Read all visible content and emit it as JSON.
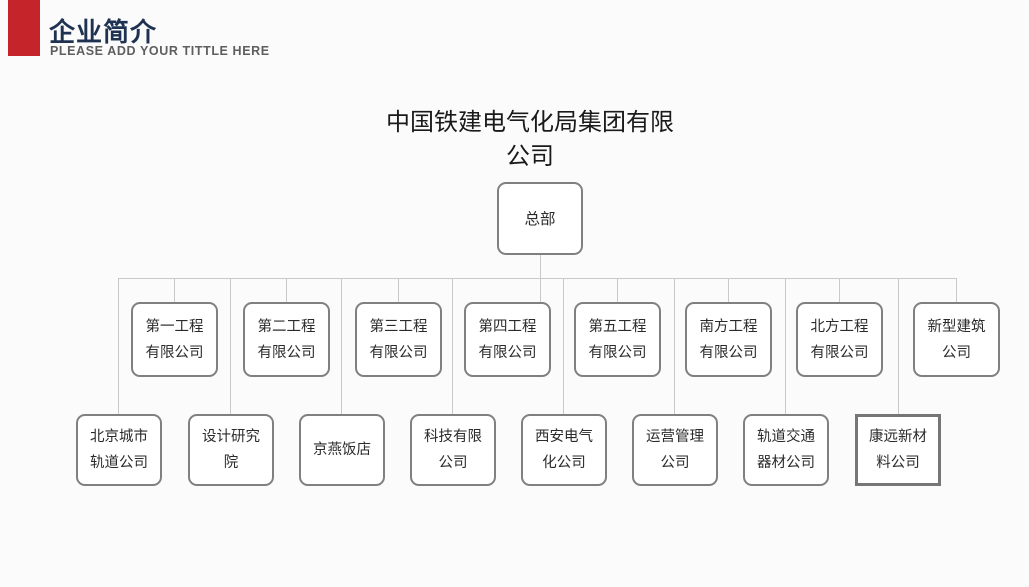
{
  "header": {
    "title": "企业简介",
    "subtitle": "PLEASE ADD YOUR TITTLE HERE",
    "accent_color": "#c4242a",
    "title_color": "#1f3252"
  },
  "chart_data": {
    "type": "diagram",
    "diagram_kind": "org-chart",
    "title": "中国铁建电气化局集团有限公司",
    "root": {
      "label": "总部"
    },
    "level1": [
      {
        "label": "第一工程有限公司"
      },
      {
        "label": "第二工程有限公司"
      },
      {
        "label": "第三工程有限公司"
      },
      {
        "label": "第四工程有限公司"
      },
      {
        "label": "第五工程有限公司"
      },
      {
        "label": "南方工程有限公司"
      },
      {
        "label": "北方工程有限公司"
      },
      {
        "label": "新型建筑公司"
      }
    ],
    "level2": [
      {
        "label": "北京城市轨道公司"
      },
      {
        "label": "设计研究院"
      },
      {
        "label": "京燕饭店"
      },
      {
        "label": "科技有限公司"
      },
      {
        "label": "西安电气化公司"
      },
      {
        "label": "运营管理公司"
      },
      {
        "label": "轨道交通器材公司"
      },
      {
        "label": "康远新材料公司",
        "style": "square"
      }
    ],
    "box_border_color": "#808080",
    "connector_color": "#c9c9c9"
  }
}
